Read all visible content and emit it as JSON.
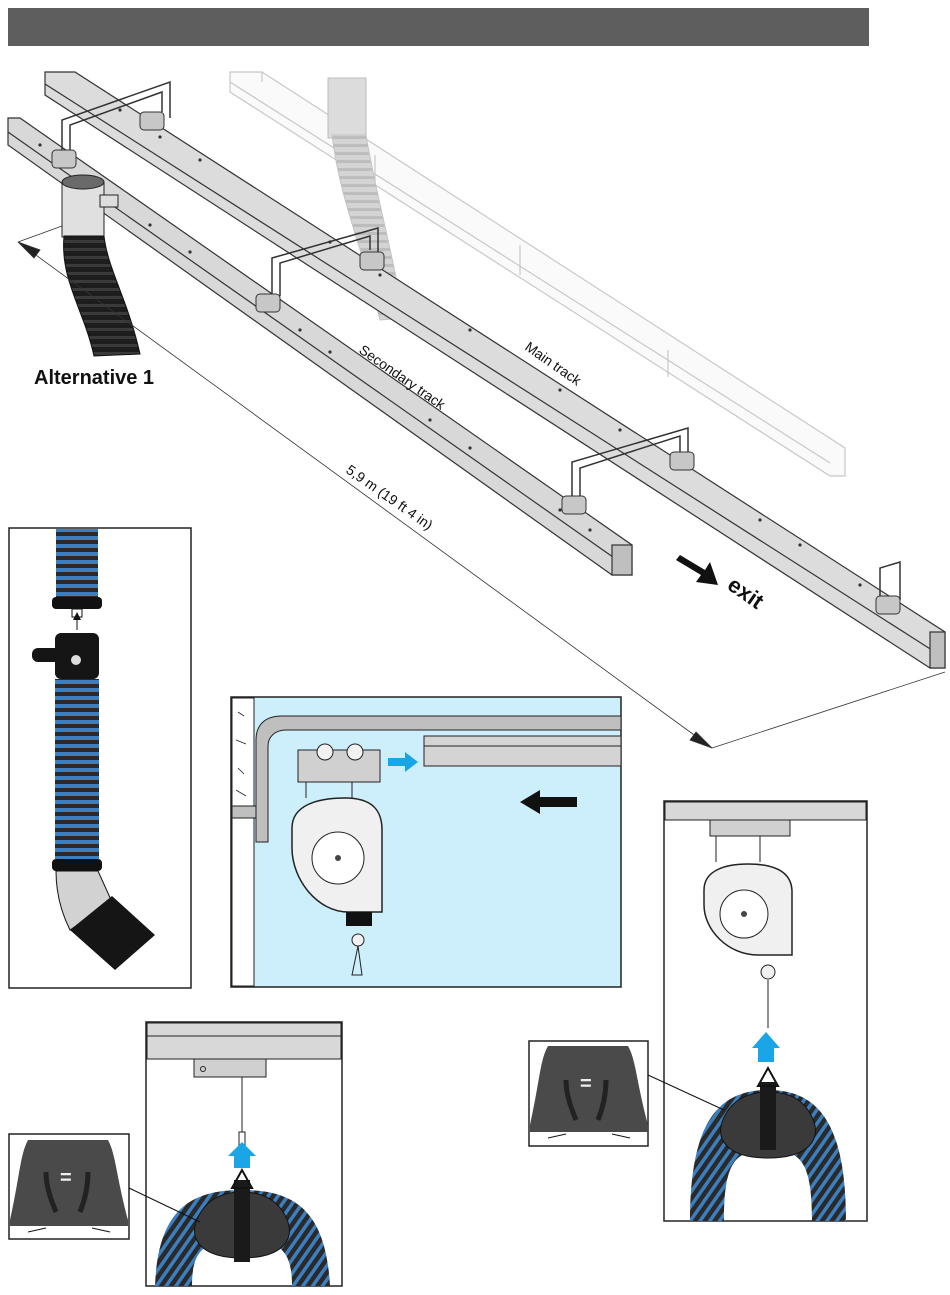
{
  "labels": {
    "alternative": "Alternative 1",
    "secondary_track": "Secondary track",
    "main_track": "Main track",
    "length": "5,9 m (19 ft 4 in)",
    "exit": "exit",
    "equals_left": "=",
    "equals_right": "="
  },
  "colors": {
    "header": "#5e5e5e",
    "accent_blue": "#1aa6e6",
    "panel_bg": "#cdeefb",
    "hose_blue": "#3b7fc0",
    "rail": "#d6d6d6",
    "dark": "#3a3a3a"
  },
  "icons": [
    "arrow-right-icon",
    "arrow-left-icon",
    "arrow-up-icon",
    "exit-arrow-icon"
  ]
}
